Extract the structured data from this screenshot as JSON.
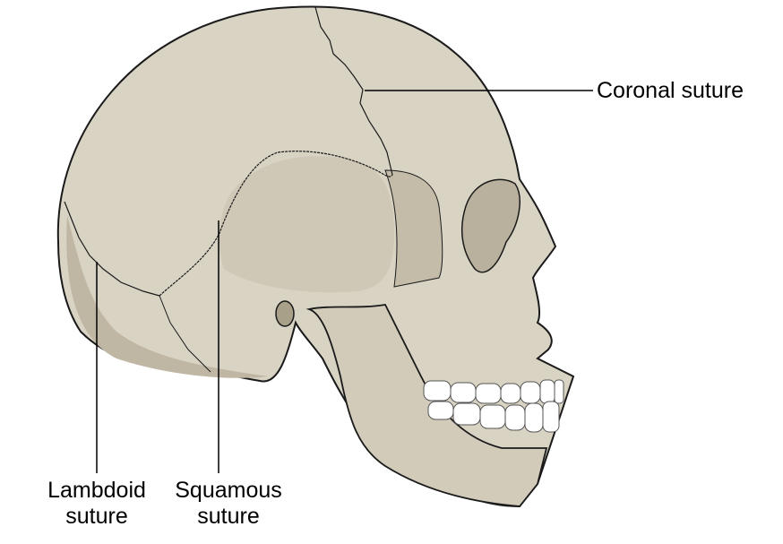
{
  "diagram": {
    "subject": "Lateral view of human skull",
    "colors": {
      "bone": "#d9d3c4",
      "bone_shadow": "#bfb7a3",
      "bone_dark": "#a9a08a",
      "teeth": "#ffffff",
      "outline": "#1a1a1a",
      "leader_line": "#000000"
    },
    "labels": [
      {
        "id": "coronal",
        "line1": "Coronal suture",
        "line2": ""
      },
      {
        "id": "lambdoid",
        "line1": "Lambdoid",
        "line2": "suture"
      },
      {
        "id": "squamous",
        "line1": "Squamous",
        "line2": "suture"
      }
    ]
  }
}
